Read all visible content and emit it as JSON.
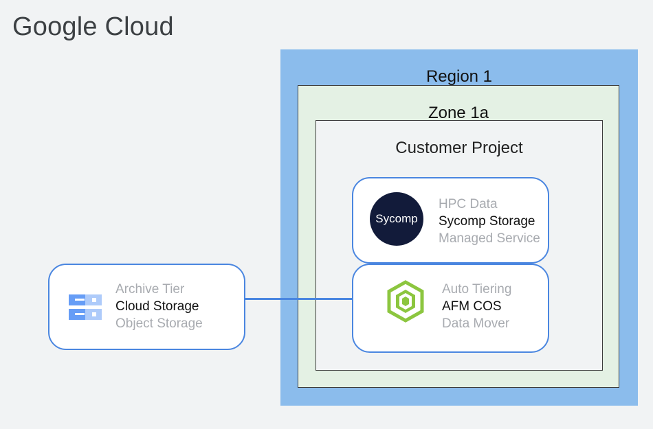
{
  "header": {
    "title": "Google Cloud"
  },
  "region": {
    "label": "Region 1"
  },
  "zone": {
    "label": "Zone 1a"
  },
  "project": {
    "label": "Customer Project"
  },
  "cards": {
    "sycomp": {
      "logo_text": "Sycomp",
      "line1": "HPC Data",
      "line2": "Sycomp Storage",
      "line3": "Managed Service"
    },
    "afm": {
      "icon": "hexagon-cube-icon",
      "line1": "Auto Tiering",
      "line2": "AFM COS",
      "line3": "Data Mover"
    },
    "storage": {
      "icon": "storage-server-icon",
      "line1": "Archive Tier",
      "line2": "Cloud Storage",
      "line3": "Object Storage"
    }
  },
  "colors": {
    "region": "#8bbcec",
    "zone": "#e4f1e4",
    "card_border": "#4a86e0",
    "sycomp_logo": "#121b3a",
    "afm_icon": "#8cc63f",
    "storage_icon": "#669df6"
  }
}
